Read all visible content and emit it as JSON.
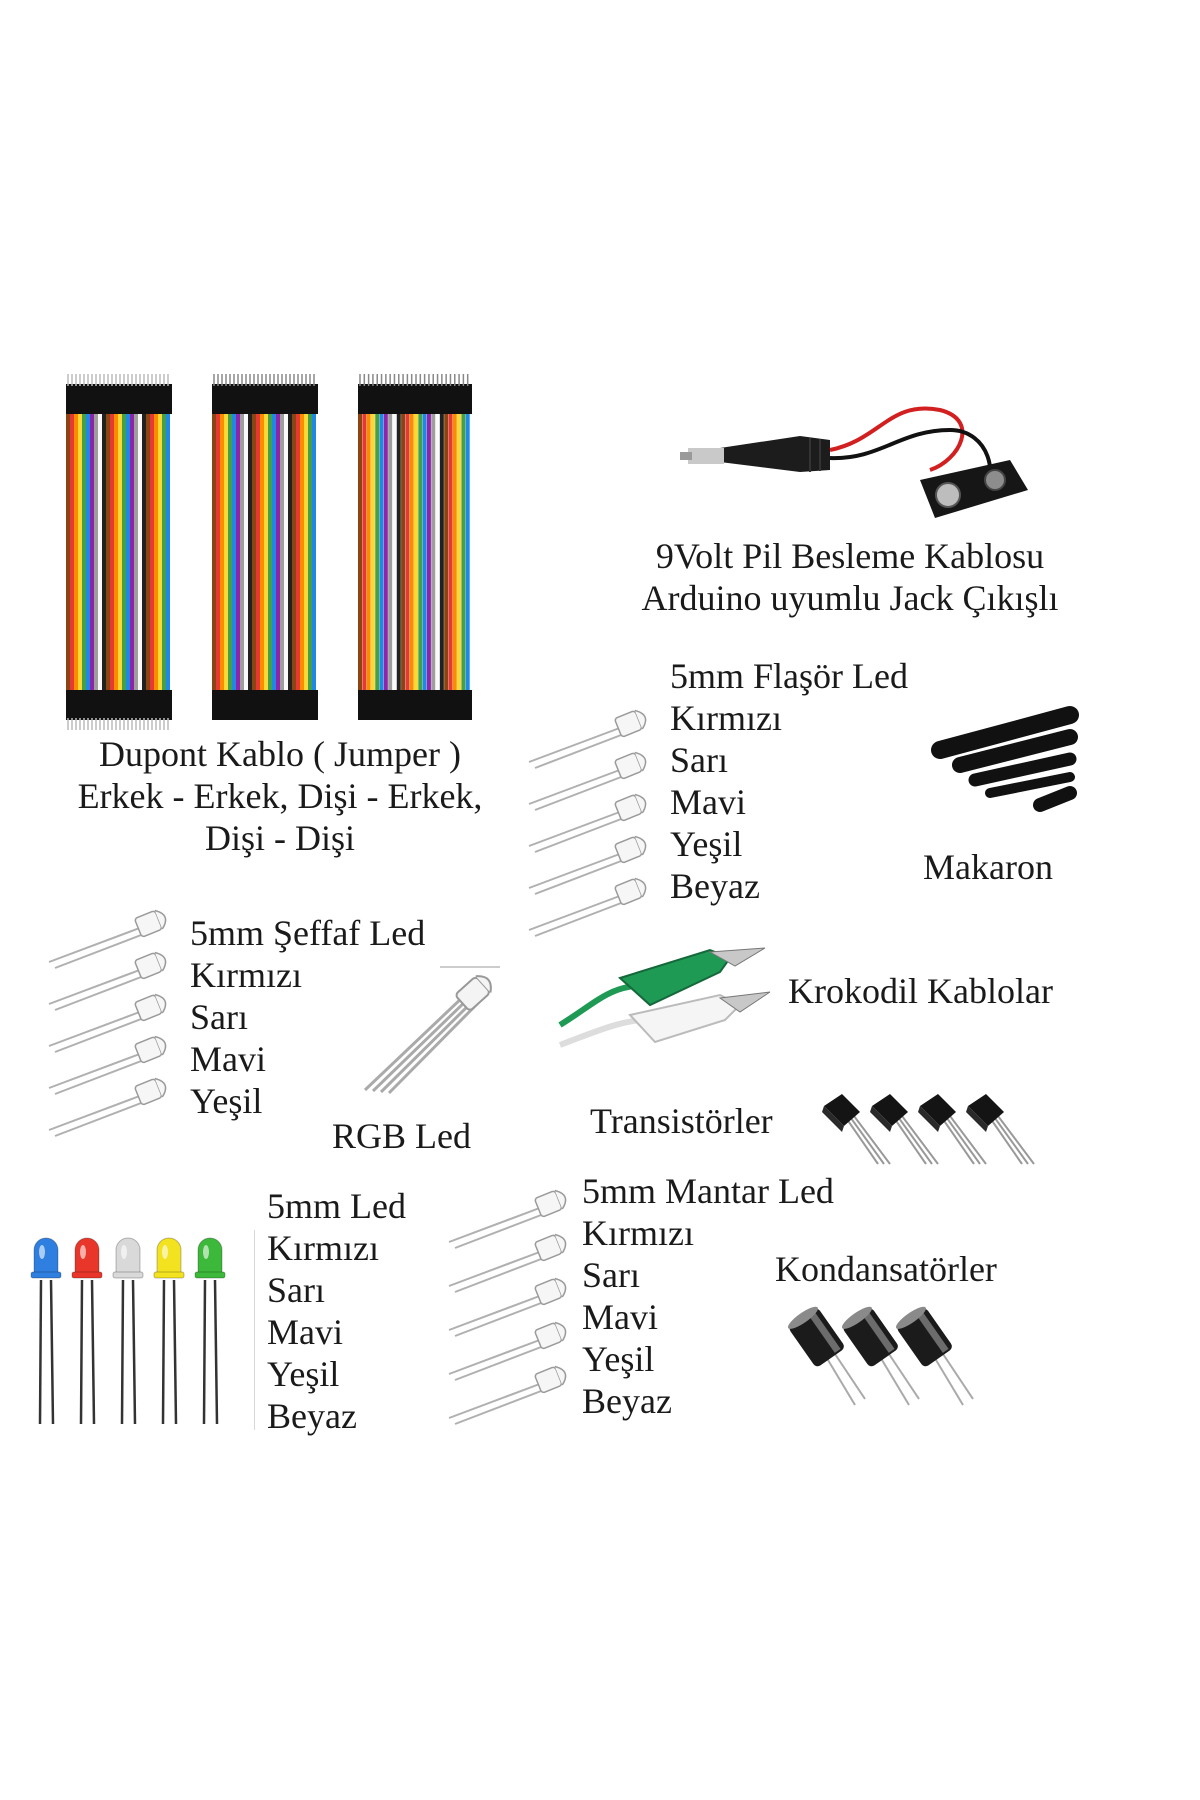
{
  "dupont": {
    "line1": "Dupont Kablo ( Jumper )",
    "line2": "Erkek - Erkek, Dişi - Erkek,",
    "line3": "Dişi - Dişi"
  },
  "battery": {
    "line1": "9Volt Pil Besleme Kablosu",
    "line2": "Arduino uyumlu Jack Çıkışlı"
  },
  "flasor": {
    "title": "5mm Flaşör Led",
    "items": [
      "Kırmızı",
      "Sarı",
      "Mavi",
      "Yeşil",
      "Beyaz"
    ]
  },
  "makaron": {
    "label": "Makaron"
  },
  "seffaf": {
    "title": "5mm Şeffaf Led",
    "items": [
      "Kırmızı",
      "Sarı",
      "Mavi",
      "Yeşil"
    ]
  },
  "rgb": {
    "label": "RGB Led"
  },
  "krokodil": {
    "label": "Krokodil Kablolar"
  },
  "transistor": {
    "label": "Transistörler"
  },
  "led": {
    "title": "5mm Led",
    "items": [
      "Kırmızı",
      "Sarı",
      "Mavi",
      "Yeşil",
      "Beyaz"
    ]
  },
  "mantar": {
    "title": "5mm Mantar Led",
    "items": [
      "Kırmızı",
      "Sarı",
      "Mavi",
      "Yeşil",
      "Beyaz"
    ]
  },
  "kondansator": {
    "label": "Kondansatörler"
  },
  "colors": {
    "led_blue": "#2f7fe0",
    "led_red": "#e8372a",
    "led_white": "#d9d9d9",
    "led_yellow": "#f2e21f",
    "led_green": "#3cb83a",
    "alligator_green": "#1f9a55",
    "alligator_white": "#f3f3f3"
  }
}
